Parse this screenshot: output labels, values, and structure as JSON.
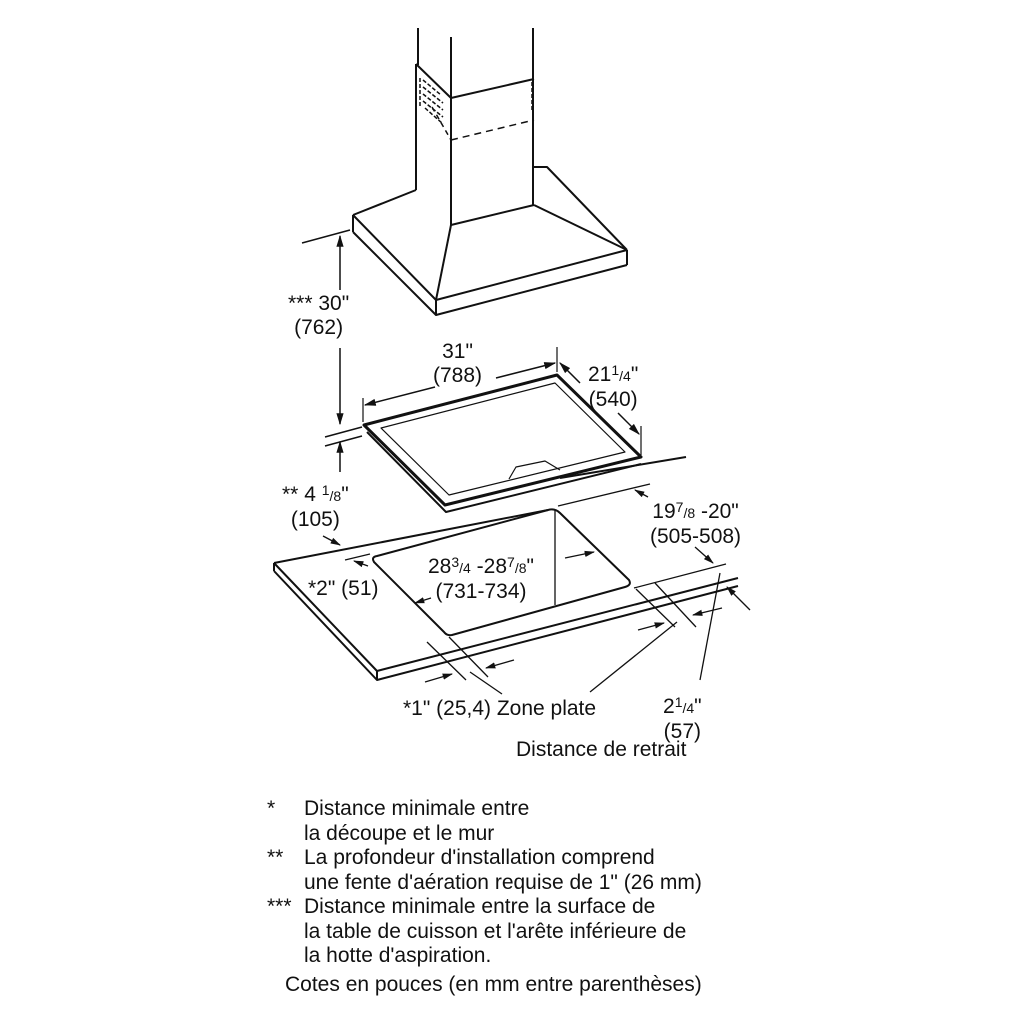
{
  "dimensions": {
    "hood_height": {
      "prefix": "***",
      "value": "30\"",
      "mm": "(762)"
    },
    "cooktop_width": {
      "value": "31\"",
      "mm": "(788)"
    },
    "cooktop_depth": {
      "whole": "21",
      "num": "1",
      "den": "4",
      "unit": "\"",
      "mm": "(540)"
    },
    "install_depth": {
      "prefix": "**",
      "whole": "4",
      "num": "1",
      "den": "8",
      "unit": "\"",
      "mm": "(105)"
    },
    "cutout_depth": {
      "whole1": "19",
      "num1": "7",
      "den1": "8",
      "rest": " -20\"",
      "mm": "(505-508)"
    },
    "cutout_width": {
      "whole1": "28",
      "num1": "3",
      "den1": "4",
      "mid": " -28",
      "num2": "7",
      "den2": "8",
      "unit": "\"",
      "mm": "(731-734)"
    },
    "wall_distance": {
      "value": "*2\" (51)"
    },
    "flat_zone": {
      "value": "*1\" (25,4) Zone plate"
    },
    "setback": {
      "whole": "2",
      "num": "1",
      "den": "4",
      "unit": "\"",
      "mm": "(57)",
      "label": "Distance de retrait"
    }
  },
  "notes": [
    {
      "mark": "*",
      "lines": [
        "Distance minimale entre",
        "la découpe et le mur"
      ]
    },
    {
      "mark": "**",
      "lines": [
        "La profondeur d'installation comprend",
        "une fente d'aération requise de 1\" (26 mm)"
      ]
    },
    {
      "mark": "***",
      "lines": [
        "Distance minimale entre la surface de",
        "la table de cuisson et l'arête inférieure de",
        "la hotte d'aspiration."
      ]
    }
  ],
  "footer": "Cotes en pouces (en mm entre parenthèses)"
}
